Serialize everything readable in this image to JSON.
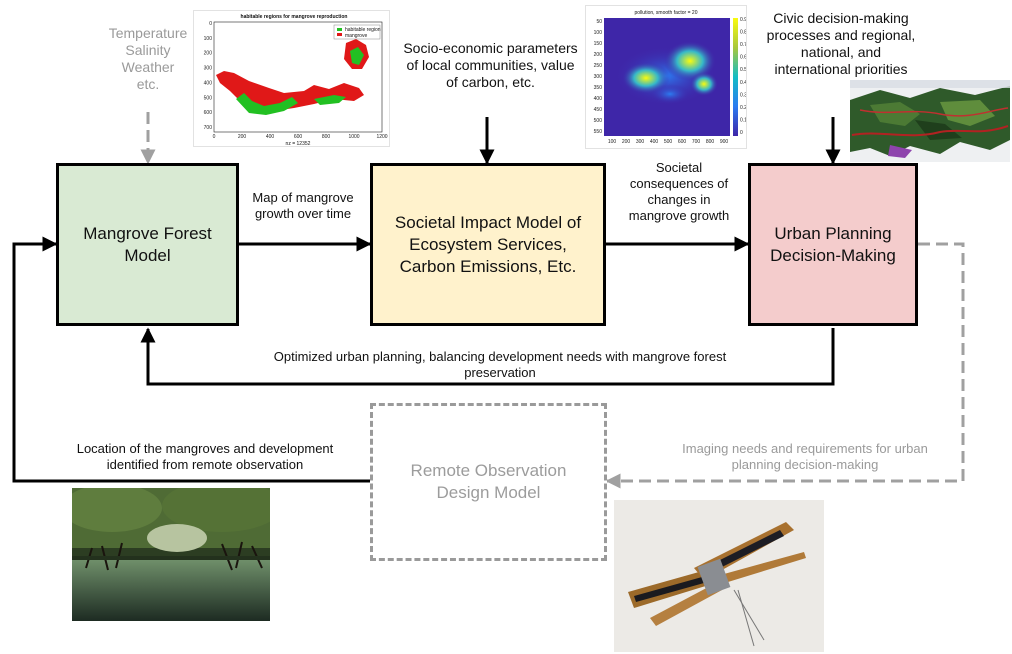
{
  "colors": {
    "forest_fill": "#d9ead3",
    "impact_fill": "#fff2cc",
    "planning_fill": "#f4cccc",
    "arrow_black": "#000000",
    "arrow_gray": "#a0a0a0",
    "mangrove_red": "#e01818",
    "mangrove_green": "#22c022"
  },
  "boxes": {
    "forest": "Mangrove Forest\nModel",
    "impact": "Societal Impact Model of\nEcosystem Services,\nCarbon Emissions, Etc.",
    "planning": "Urban Planning\nDecision-Making",
    "remote": "Remote Observation\nDesign Model"
  },
  "labels": {
    "inputs_env": "Temperature\nSalinity\nWeather\netc.",
    "socio_econ": "Socio-economic parameters\nof local communities, value\nof carbon, etc.",
    "civic": "Civic decision-making\nprocesses and regional,\nnational, and\ninternational priorities",
    "map_growth": "Map of mangrove\ngrowth over time",
    "societal_consequences": "Societal\nconsequences of\nchanges in\nmangrove growth",
    "optimized": "Optimized urban planning, balancing development needs with mangrove forest\npreservation",
    "location": "Location of the mangroves and development\nidentified from remote observation",
    "imaging": "Imaging needs and requirements for urban\nplanning decision-making"
  },
  "map_plot": {
    "title": "habitable regions for mangrove reproduction",
    "legend": [
      "habitable region",
      "mangrove"
    ],
    "y_ticks": [
      "0",
      "100",
      "200",
      "300",
      "400",
      "500",
      "600",
      "700"
    ],
    "x_ticks": [
      "0",
      "200",
      "400",
      "600",
      "800",
      "1000",
      "1200"
    ],
    "footer": "nz = 12352"
  },
  "heatmap": {
    "title": "pollution, smooth factor = 20",
    "y_ticks": [
      "50",
      "100",
      "150",
      "200",
      "250",
      "300",
      "350",
      "400",
      "450",
      "500",
      "550"
    ],
    "x_ticks": [
      "100",
      "200",
      "300",
      "400",
      "500",
      "600",
      "700",
      "800",
      "900"
    ],
    "colorbar_ticks": [
      "0.9",
      "0.8",
      "0.7",
      "0.6",
      "0.5",
      "0.4",
      "0.3",
      "0.2",
      "0.1",
      "0"
    ]
  },
  "images": {
    "satellite_map": "aerial map",
    "mangrove_photo": "mangrove forest photo",
    "cubesat_photo": "satellite photo"
  }
}
